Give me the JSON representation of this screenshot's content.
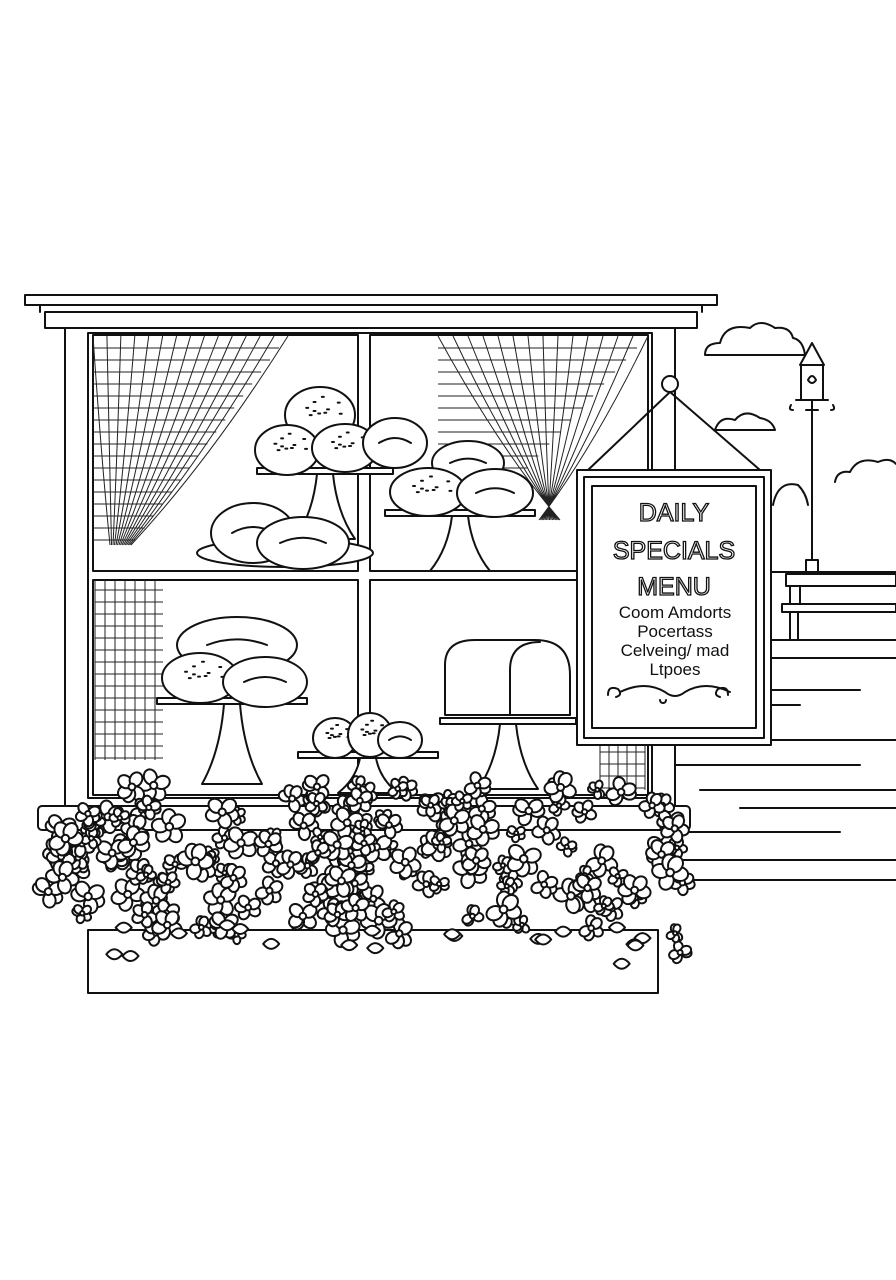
{
  "sign": {
    "title_lines": [
      "DAILY",
      "SPECIALS",
      "MENU"
    ],
    "body_lines": [
      "Coom Amdorts",
      "Pocertass",
      "Celveing/ mad",
      "Ltpoes"
    ]
  },
  "colors": {
    "line": "#111111",
    "background": "#ffffff"
  }
}
